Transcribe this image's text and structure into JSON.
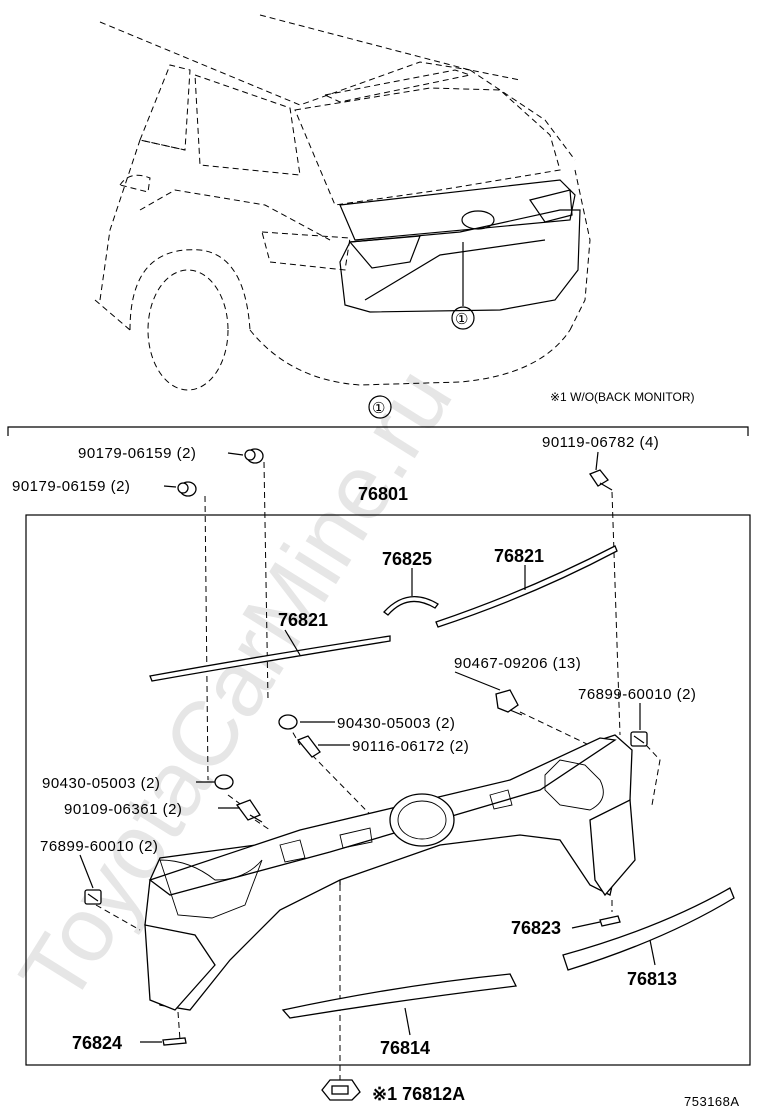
{
  "watermark": "ToyotaCarMine.ru",
  "note": "※1 W/O(BACK MONITOR)",
  "callout": "①",
  "figure_id": "753168A",
  "labels": {
    "p90179_a": "90179-06159 (2)",
    "p90179_b": "90179-06159 (2)",
    "p90119": "90119-06782 (4)",
    "p76801": "76801",
    "p76825": "76825",
    "p76821_r": "76821",
    "p76821_l": "76821",
    "p90467": "90467-09206 (13)",
    "p76899_r": "76899-60010 (2)",
    "p90430_a": "90430-05003 (2)",
    "p90116": "90116-06172 (2)",
    "p90430_b": "90430-05003 (2)",
    "p90109": "90109-06361 (2)",
    "p76899_l": "76899-60010 (2)",
    "p76823": "76823",
    "p76813": "76813",
    "p76824": "76824",
    "p76814": "76814",
    "p76812A": "※1 76812A"
  }
}
